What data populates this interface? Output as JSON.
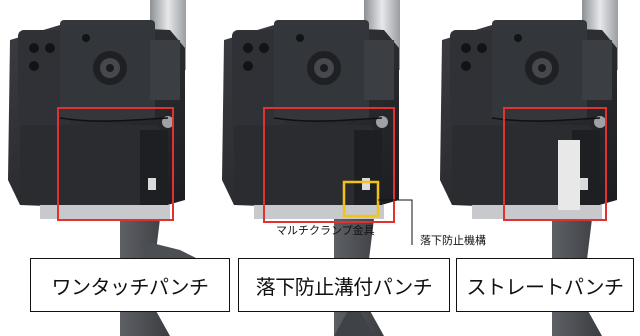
{
  "labels": {
    "panel1": "ワンタッチパンチ",
    "panel2": "落下防止溝付パンチ",
    "panel3": "ストレートパンチ"
  },
  "callouts": {
    "clamp": "マルチクランプ金具",
    "drop_prevention": "落下防止機構"
  },
  "colors": {
    "highlight_red": "#e0322e",
    "highlight_yellow": "#f2c21b",
    "metal_dark": "#2b2d31",
    "metal_light": "#c9ccd0"
  }
}
